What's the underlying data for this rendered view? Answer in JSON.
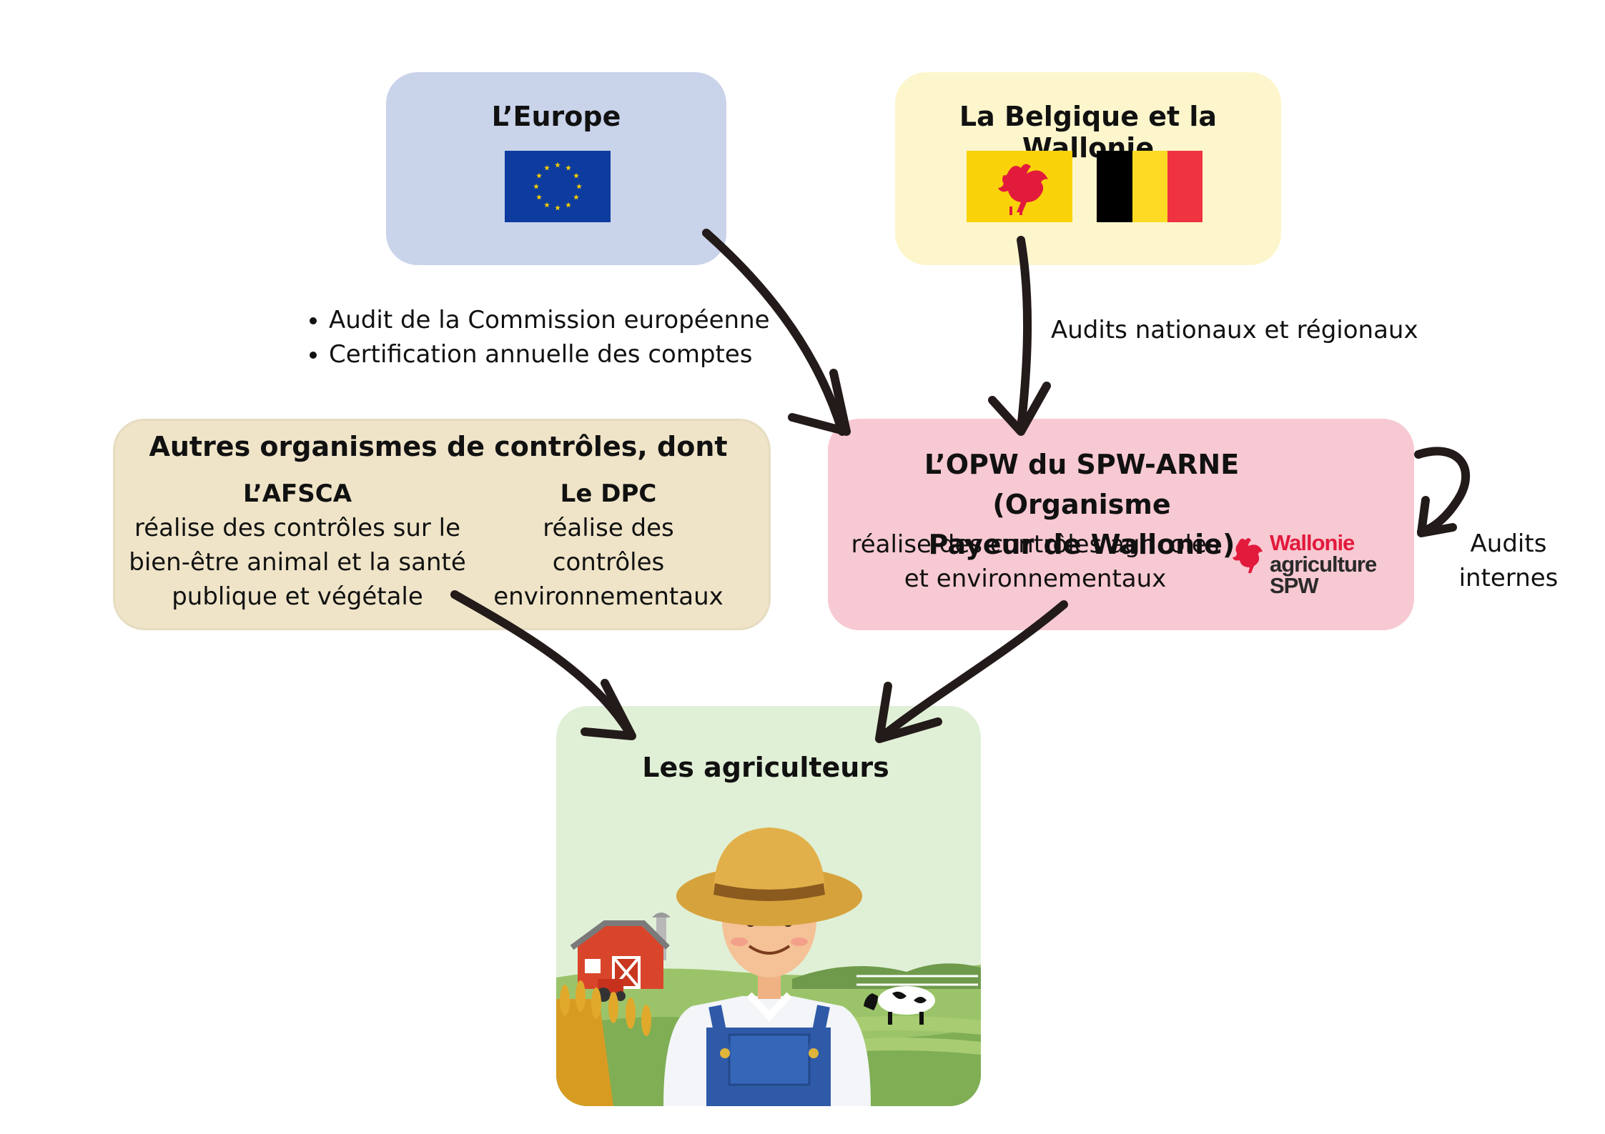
{
  "europe": {
    "title": "L’Europe",
    "flag_icon": "eu-flag-icon"
  },
  "belgium": {
    "title": "La Belgique et la Wallonie",
    "flags": [
      "wallonia-rooster-flag-icon",
      "belgium-flag-icon"
    ]
  },
  "edge_labels": {
    "europe_bullets": [
      "Audit de la Commission européenne",
      "Certification annuelle des comptes"
    ],
    "belgium": "Audits nationaux et régionaux",
    "internal": [
      "Audits",
      "internes"
    ]
  },
  "others": {
    "title": "Autres organismes de contrôles, dont",
    "afsca": {
      "title": "L’AFSCA",
      "lines": [
        "réalise des contrôles sur le",
        "bien-être animal et la santé",
        "publique et végétale"
      ]
    },
    "dpc": {
      "title": "Le DPC",
      "lines": [
        "réalise des contrôles",
        "environnementaux"
      ]
    }
  },
  "opw": {
    "title_lines": [
      "L’OPW du SPW-ARNE (Organisme",
      "Payeur de Wallonie)"
    ],
    "desc_lines": [
      "réalise des contrôles agricoles",
      "et environnementaux"
    ],
    "logo": {
      "line1": "Wallonie",
      "line2": "agriculture",
      "line3": "SPW",
      "icon": "wallonia-rooster-logo-icon"
    }
  },
  "farmers": {
    "title": "Les agriculteurs",
    "illustration_icon": "farmer-illustration-icon"
  },
  "colors": {
    "europe_bg": "#c9d3ea",
    "belgium_bg": "#fdf6cc",
    "others_bg": "#efe4c8",
    "opw_bg": "#f7c9d2",
    "farmers_bg": "#e0f0d6",
    "arrow": "#231a1a",
    "spw_red": "#e21a3c",
    "eu_blue": "#0d3b9e",
    "eu_gold": "#f6cd00"
  }
}
